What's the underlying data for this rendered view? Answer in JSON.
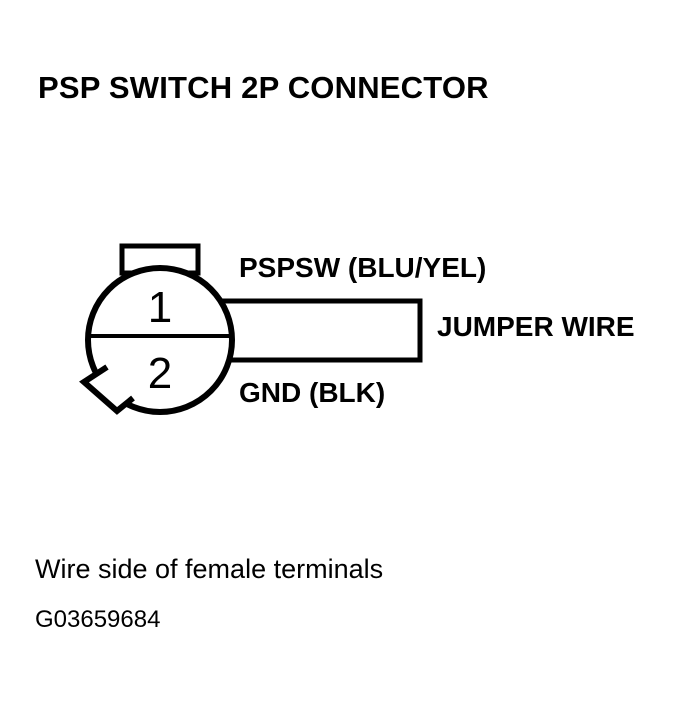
{
  "diagram": {
    "title": "PSP SWITCH 2P CONNECTOR",
    "caption": "Wire side of female terminals",
    "figure_code": "G03659684",
    "connector": {
      "cavities": [
        {
          "number": "1",
          "circuit": "PSPSW (BLU/YEL)"
        },
        {
          "number": "2",
          "circuit": "GND (BLK)"
        }
      ],
      "pin_1_label": "1",
      "pin_2_label": "2"
    },
    "labels": {
      "pspsw": "PSPSW (BLU/YEL)",
      "gnd": "GND (BLK)",
      "jumper": "JUMPER WIRE"
    },
    "colors": {
      "ink": "#000000",
      "background": "#ffffff"
    }
  }
}
